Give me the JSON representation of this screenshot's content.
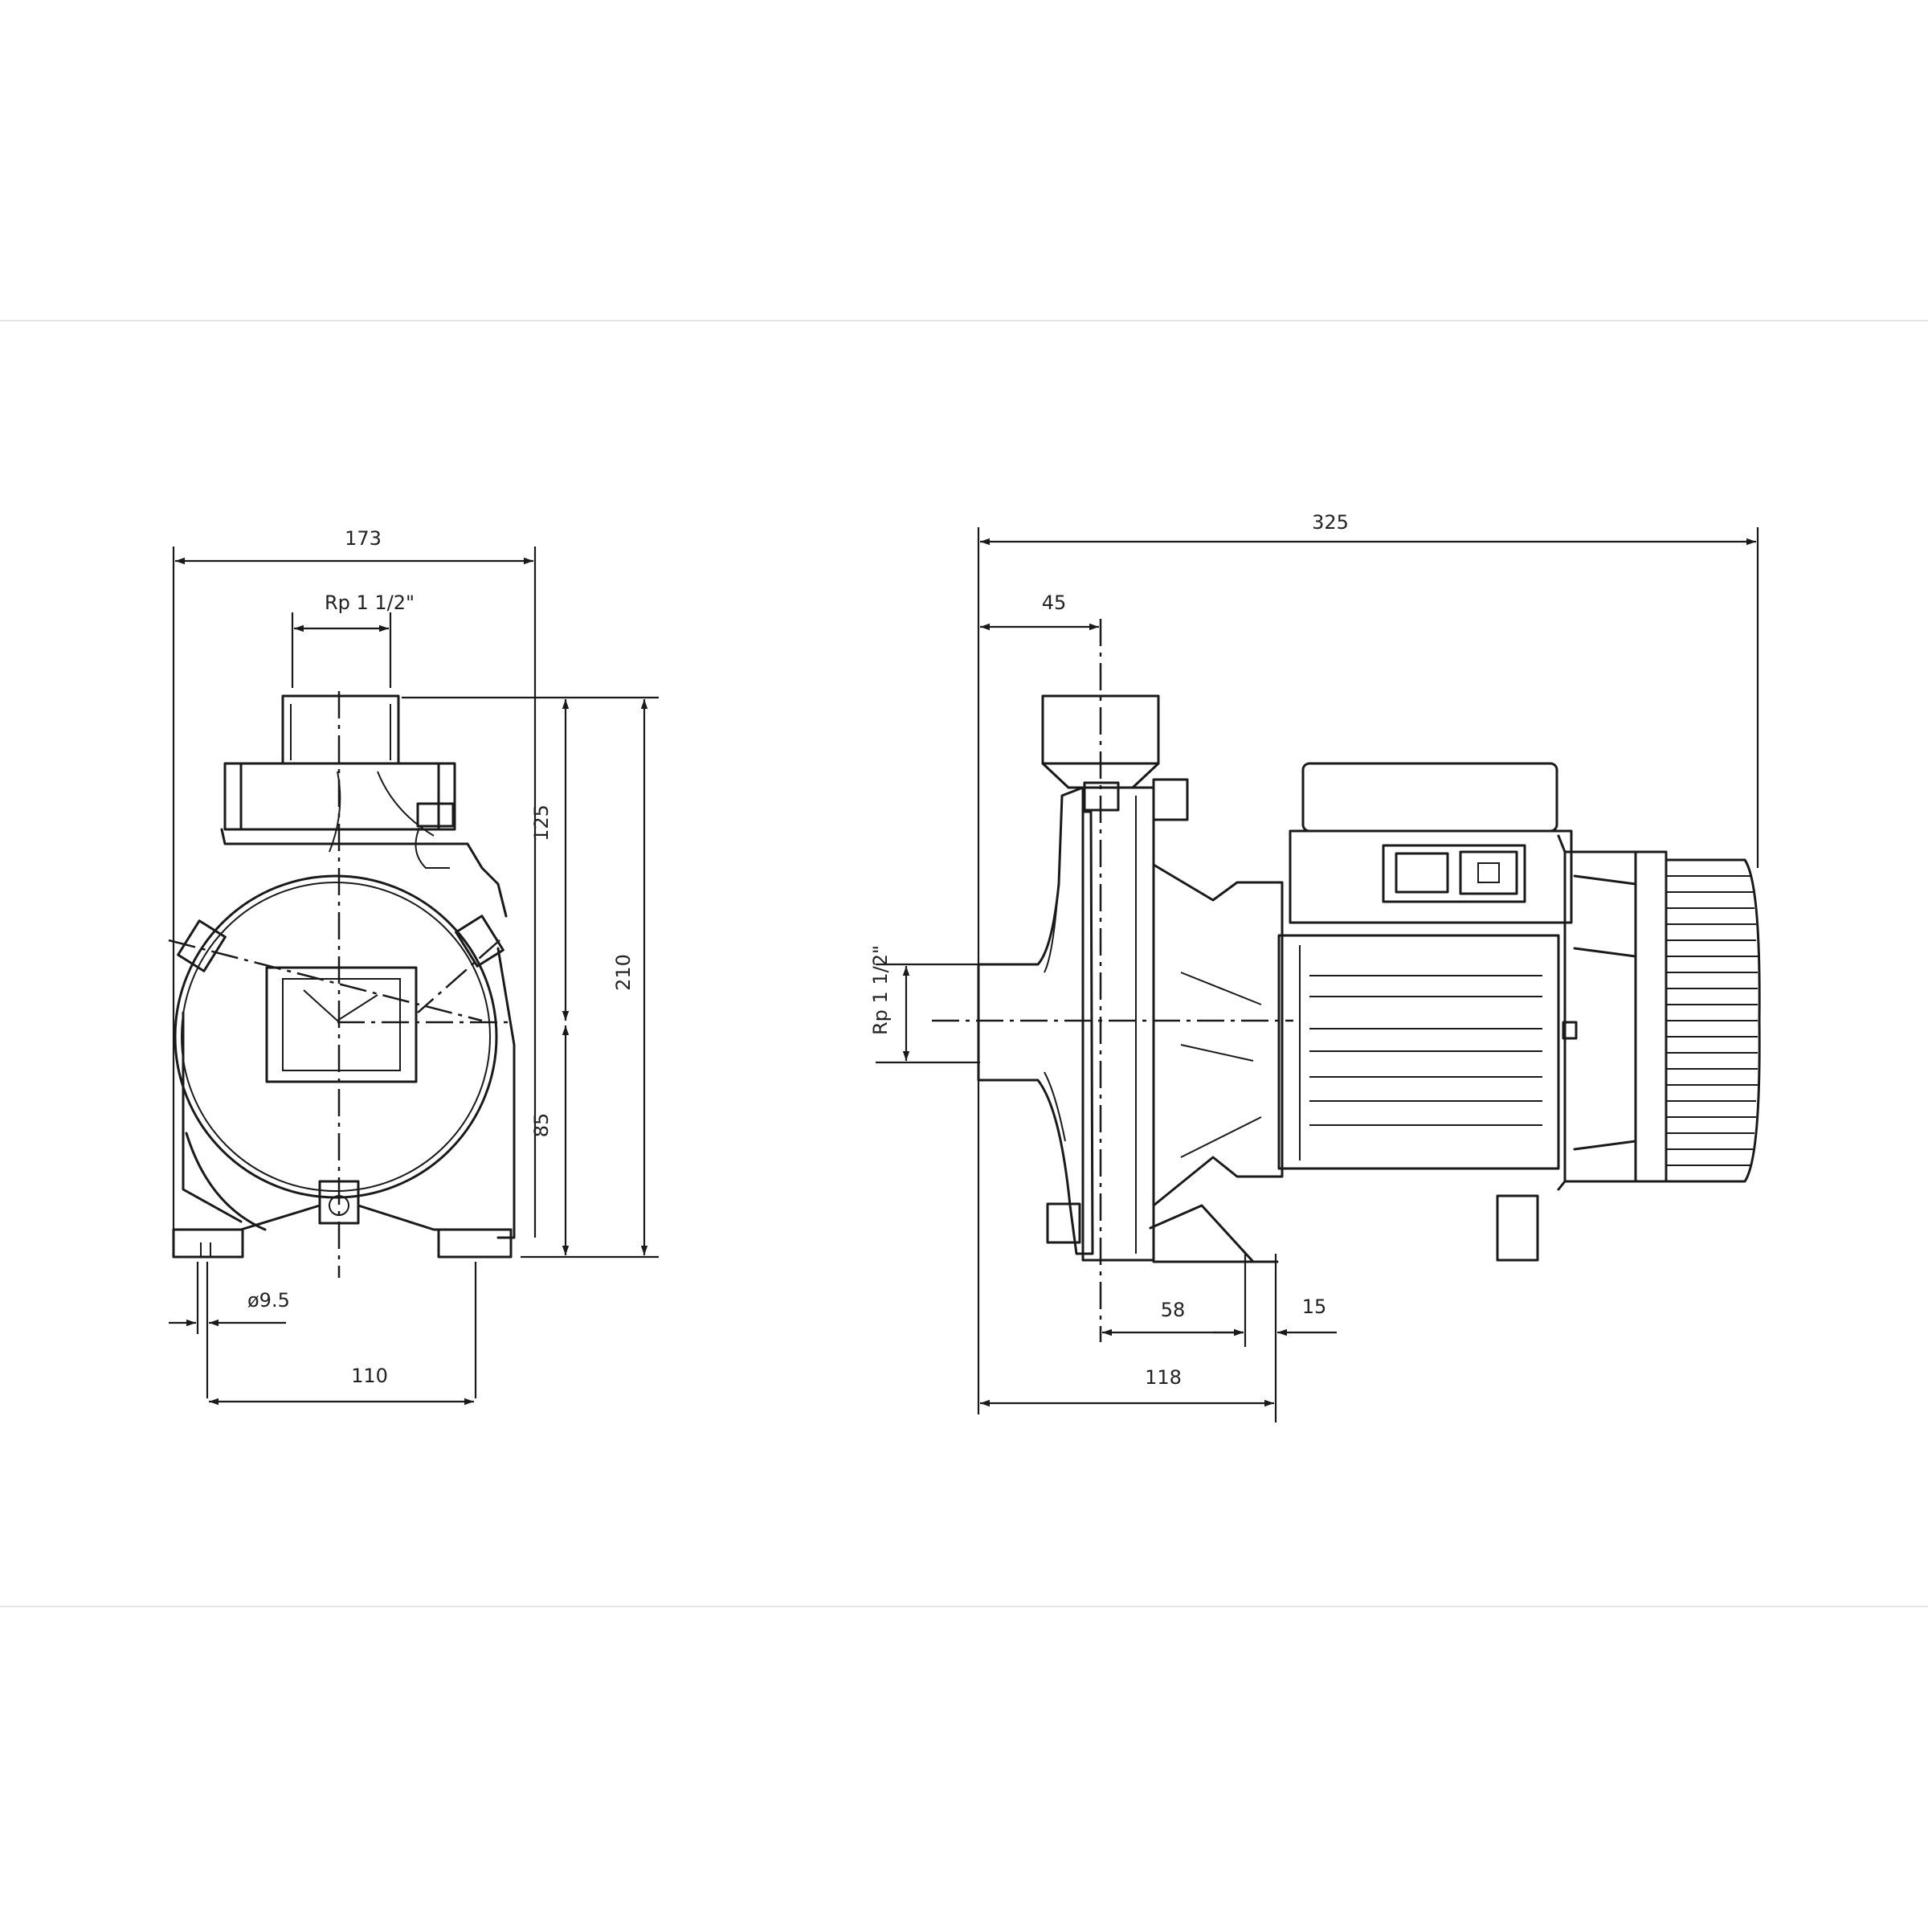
{
  "front_view": {
    "overall_width": "173",
    "port_size": "Rp 1 1/2\"",
    "upper_height": "125",
    "total_height": "210",
    "lower_height": "85",
    "hole_diameter": "ø9.5",
    "foot_spacing": "110"
  },
  "side_view": {
    "overall_length": "325",
    "inlet_to_center": "45",
    "port_size": "Rp 1 1/2\"",
    "center_to_foot": "58",
    "foot_width": "15",
    "front_to_foot_end": "118"
  }
}
